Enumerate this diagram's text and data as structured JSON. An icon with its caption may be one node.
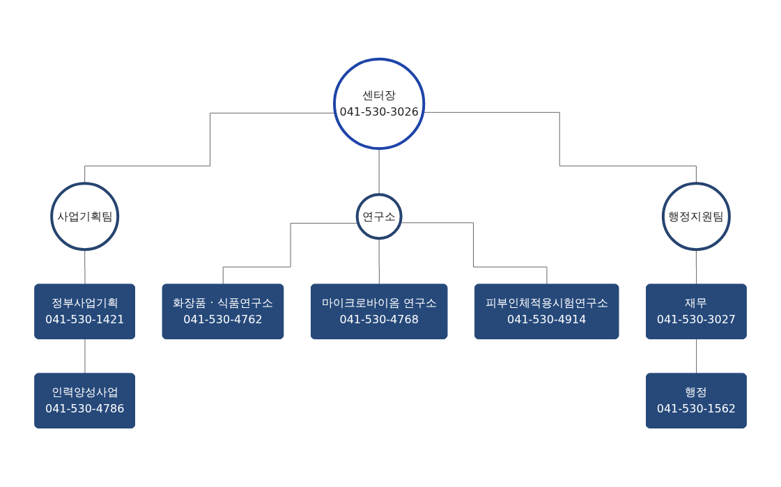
{
  "diagram": {
    "nodes": [
      {
        "text": [
          "센터장",
          "041-530-3026"
        ]
      },
      {
        "text": [
          "사업기획팀"
        ]
      },
      {
        "text": [
          "연구소"
        ]
      },
      {
        "text": [
          "행정지원팀"
        ]
      },
      {
        "text": [
          "정부사업기획",
          "041-530-1421"
        ]
      },
      {
        "text": [
          "인력양성사업",
          "041-530-4786"
        ]
      },
      {
        "text": [
          "화장품 · 식품연구소",
          "041-530-4762"
        ]
      },
      {
        "text": [
          "마이크로바이옴 연구소",
          "041-530-4768"
        ]
      },
      {
        "text": [
          "피부인체적용시험연구소",
          "041-530-4914"
        ]
      },
      {
        "text": [
          "재무",
          "041-530-3027"
        ]
      },
      {
        "text": [
          "행정",
          "041-530-1562"
        ]
      }
    ],
    "edges": [
      {
        "from": 0,
        "to": 1,
        "arrow": "none"
      },
      {
        "from": 0,
        "to": 2,
        "arrow": "none"
      },
      {
        "from": 0,
        "to": 3,
        "arrow": "none"
      },
      {
        "from": 1,
        "to": 4,
        "arrow": "none"
      },
      {
        "from": 4,
        "to": 5,
        "arrow": "none"
      },
      {
        "from": 2,
        "to": 6,
        "arrow": "none"
      },
      {
        "from": 2,
        "to": 7,
        "arrow": "none"
      },
      {
        "from": 2,
        "to": 8,
        "arrow": "none"
      },
      {
        "from": 3,
        "to": 9,
        "arrow": "none"
      },
      {
        "from": 9,
        "to": 10,
        "arrow": "none"
      }
    ]
  }
}
